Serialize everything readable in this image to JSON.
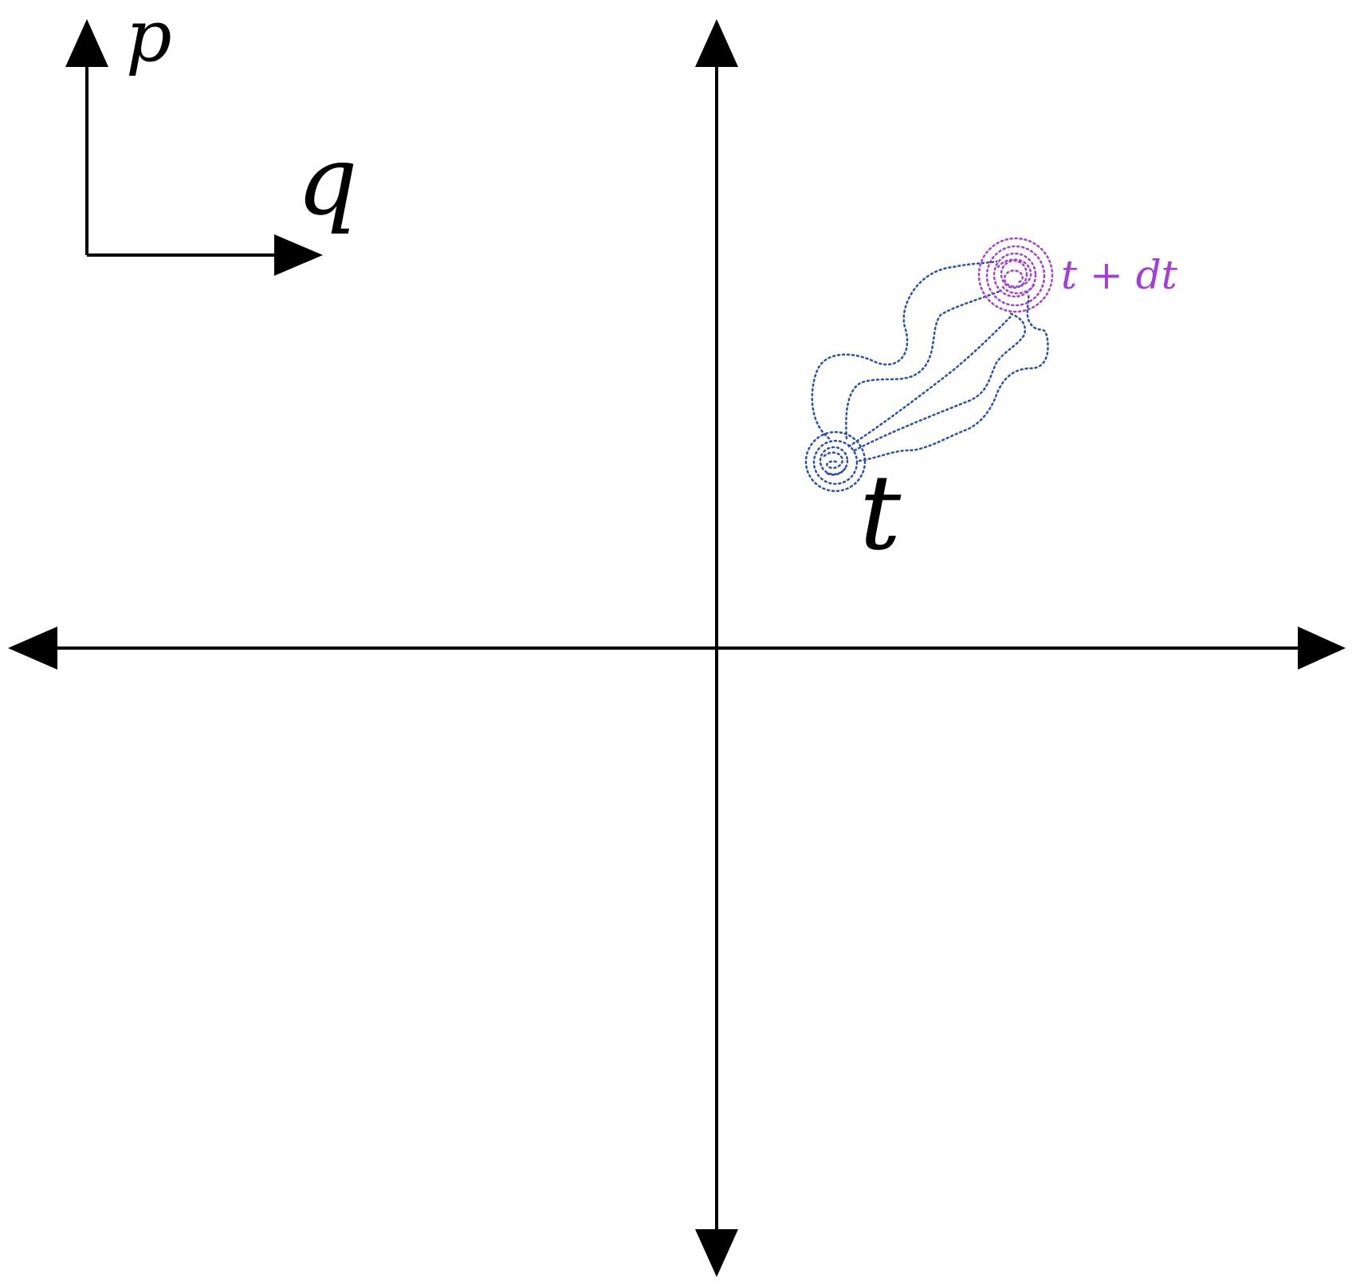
{
  "diagram": {
    "legend_axes": {
      "vertical_label": "p",
      "horizontal_label": "q"
    },
    "initial_state": {
      "label": "t",
      "color": "#2a4fb0"
    },
    "evolved_state": {
      "label": "t + dt",
      "color": "#a23fd6"
    },
    "axis_color": "#000000",
    "path_color": "#2a4fb0"
  }
}
